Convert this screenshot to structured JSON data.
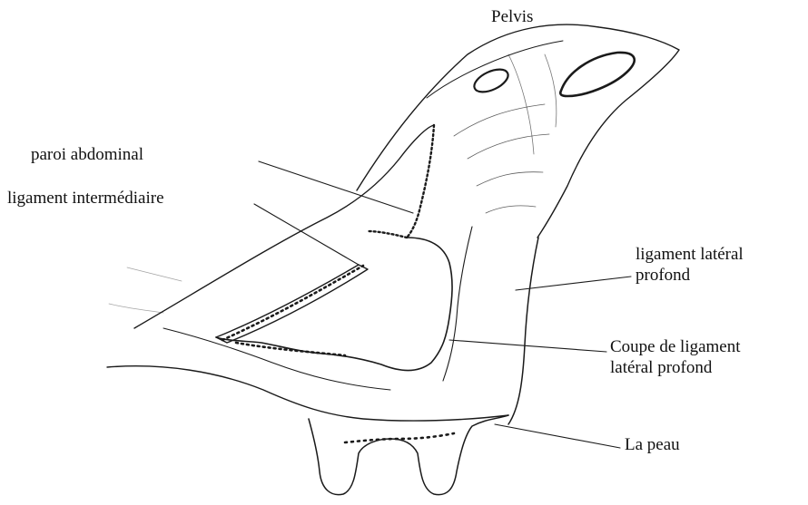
{
  "labels": {
    "pelvis": "Pelvis",
    "paroi_abdominal": "paroi abdominal",
    "ligament_intermediaire": "ligament intermédiaire",
    "ligament_lateral_profond": [
      "ligament latéral",
      "profond"
    ],
    "coupe_ligament": [
      "Coupe de ligament",
      "latéral profond"
    ],
    "la_peau": "La peau"
  },
  "colors": {
    "ink": "#1a1a1a",
    "background": "#ffffff"
  }
}
